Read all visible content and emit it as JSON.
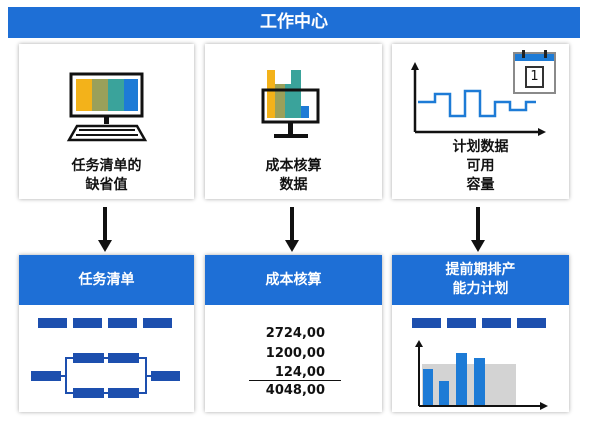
{
  "header": {
    "title": "工作中心"
  },
  "top": [
    {
      "line1": "任务清单的",
      "line2": "缺省值"
    },
    {
      "line1": "成本核算",
      "line2": "数据"
    },
    {
      "line1": "计划数据",
      "line2": "可用",
      "line3": "容量"
    }
  ],
  "calendar": {
    "day": "1"
  },
  "bottom": [
    {
      "title": "任务清单"
    },
    {
      "title": "成本核算",
      "values": [
        "2724,00",
        "1200,00",
        "124,00"
      ],
      "total": "4048,00"
    },
    {
      "title_line1": "提前期排产",
      "title_line2": "能力计划"
    }
  ],
  "colors": {
    "accent": "#1e6fd6",
    "bar_yellow": "#f3b21a",
    "bar_olive": "#9aa05a",
    "bar_teal": "#3aa39b",
    "bar_blue": "#1d7bd6"
  }
}
